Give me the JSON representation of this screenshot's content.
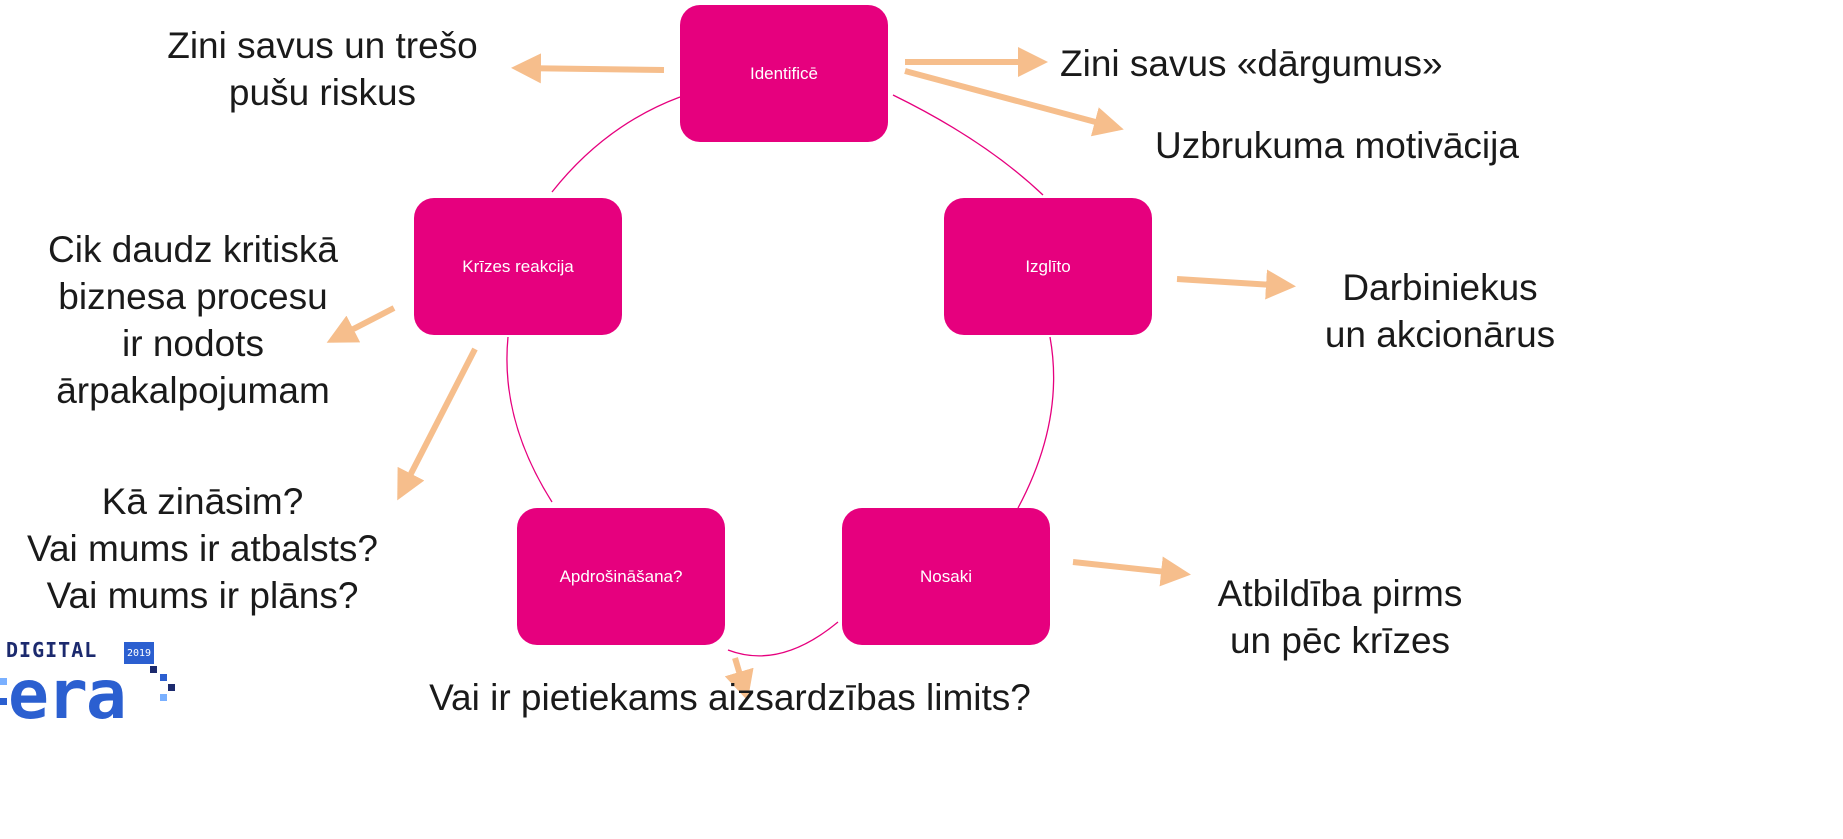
{
  "colors": {
    "node": "#e6007e",
    "cycle_line": "#e6007e",
    "arrow": "#f6be8c",
    "text": "#1a1a1a",
    "logo_blue": "#2b5fd0",
    "logo_dark": "#1c2a6e"
  },
  "nodes": {
    "identify": "Identificē",
    "educate": "Izglīto",
    "define": "Nosaki",
    "insurance": "Apdrošināšana?",
    "crisis": "Krīzes reakcija"
  },
  "notes": {
    "risks": "Zini savus un trešo\npušu riskus",
    "treasures": "Zini savus «dārgumus»",
    "motivation": "Uzbrukuma motivācija",
    "employees": "Darbiniekus\nun akcionārus",
    "responsibility": "Atbildība pirms\nun pēc krīzes",
    "limit": "Vai ir pietiekams aizsardzības limits?",
    "questions": "Kā zināsim?\nVai mums ir atbalsts?\nVai mums ir plāns?",
    "outsourcing": "Cik daudz kritiskā\nbiznesa procesu\nir nodots\nārpakalpojumam"
  },
  "logo": {
    "top": "DIGITAL",
    "main": "era",
    "year": "2019"
  }
}
